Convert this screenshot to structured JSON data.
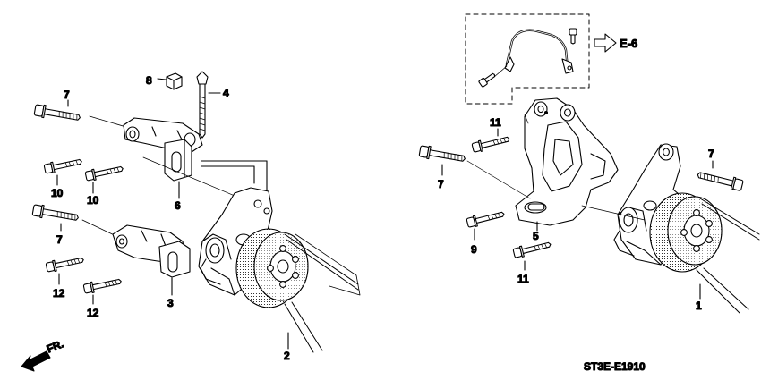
{
  "diagram": {
    "code": "ST3E-E1910",
    "reference": "E-6",
    "front_label": "FR."
  },
  "callouts": [
    {
      "id": "c8a",
      "text": "8"
    },
    {
      "id": "c4a",
      "text": "4"
    },
    {
      "id": "c7a",
      "text": "7"
    },
    {
      "id": "c10a",
      "text": "10"
    },
    {
      "id": "c10b",
      "text": "10"
    },
    {
      "id": "c6a",
      "text": "6"
    },
    {
      "id": "c7b",
      "text": "7"
    },
    {
      "id": "c12a",
      "text": "12"
    },
    {
      "id": "c12b",
      "text": "12"
    },
    {
      "id": "c3a",
      "text": "3"
    },
    {
      "id": "c2a",
      "text": "2"
    },
    {
      "id": "c11a",
      "text": "11"
    },
    {
      "id": "c7c",
      "text": "7"
    },
    {
      "id": "c7d",
      "text": "7"
    },
    {
      "id": "c9a",
      "text": "9"
    },
    {
      "id": "c5a",
      "text": "5"
    },
    {
      "id": "c11b",
      "text": "11"
    },
    {
      "id": "c1a",
      "text": "1"
    }
  ]
}
